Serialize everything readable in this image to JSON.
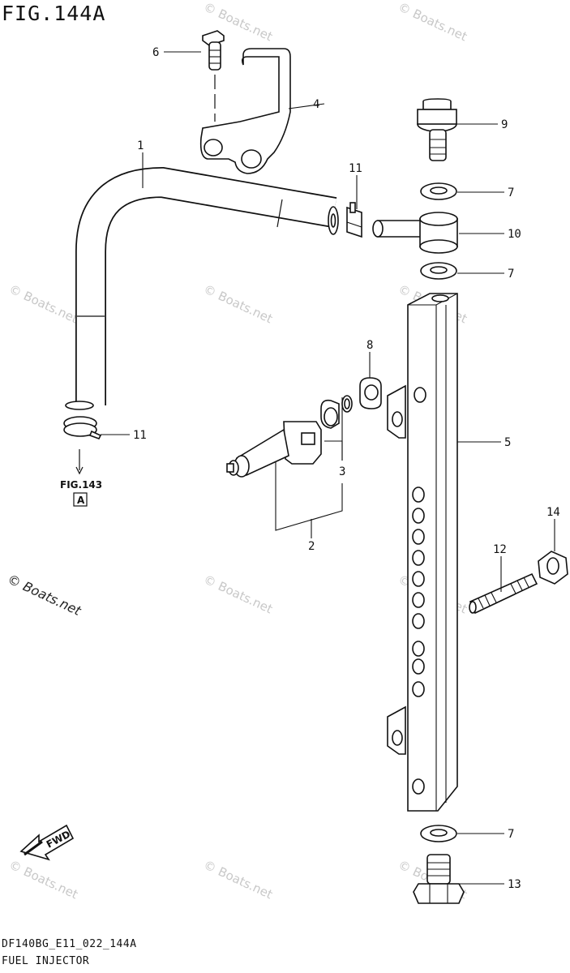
{
  "figure_title": "FIG.144A",
  "footer": {
    "code": "DF140BG_E11_022_144A",
    "name": "FUEL INJECTOR"
  },
  "callouts": [
    "1",
    "2",
    "3",
    "4",
    "5",
    "6",
    "7",
    "7",
    "7",
    "8",
    "9",
    "10",
    "11",
    "11",
    "12",
    "13",
    "14"
  ],
  "reference": {
    "fig": "FIG.143",
    "letter": "A"
  },
  "fwd_label": "FWD",
  "watermark": "© Boats.net"
}
